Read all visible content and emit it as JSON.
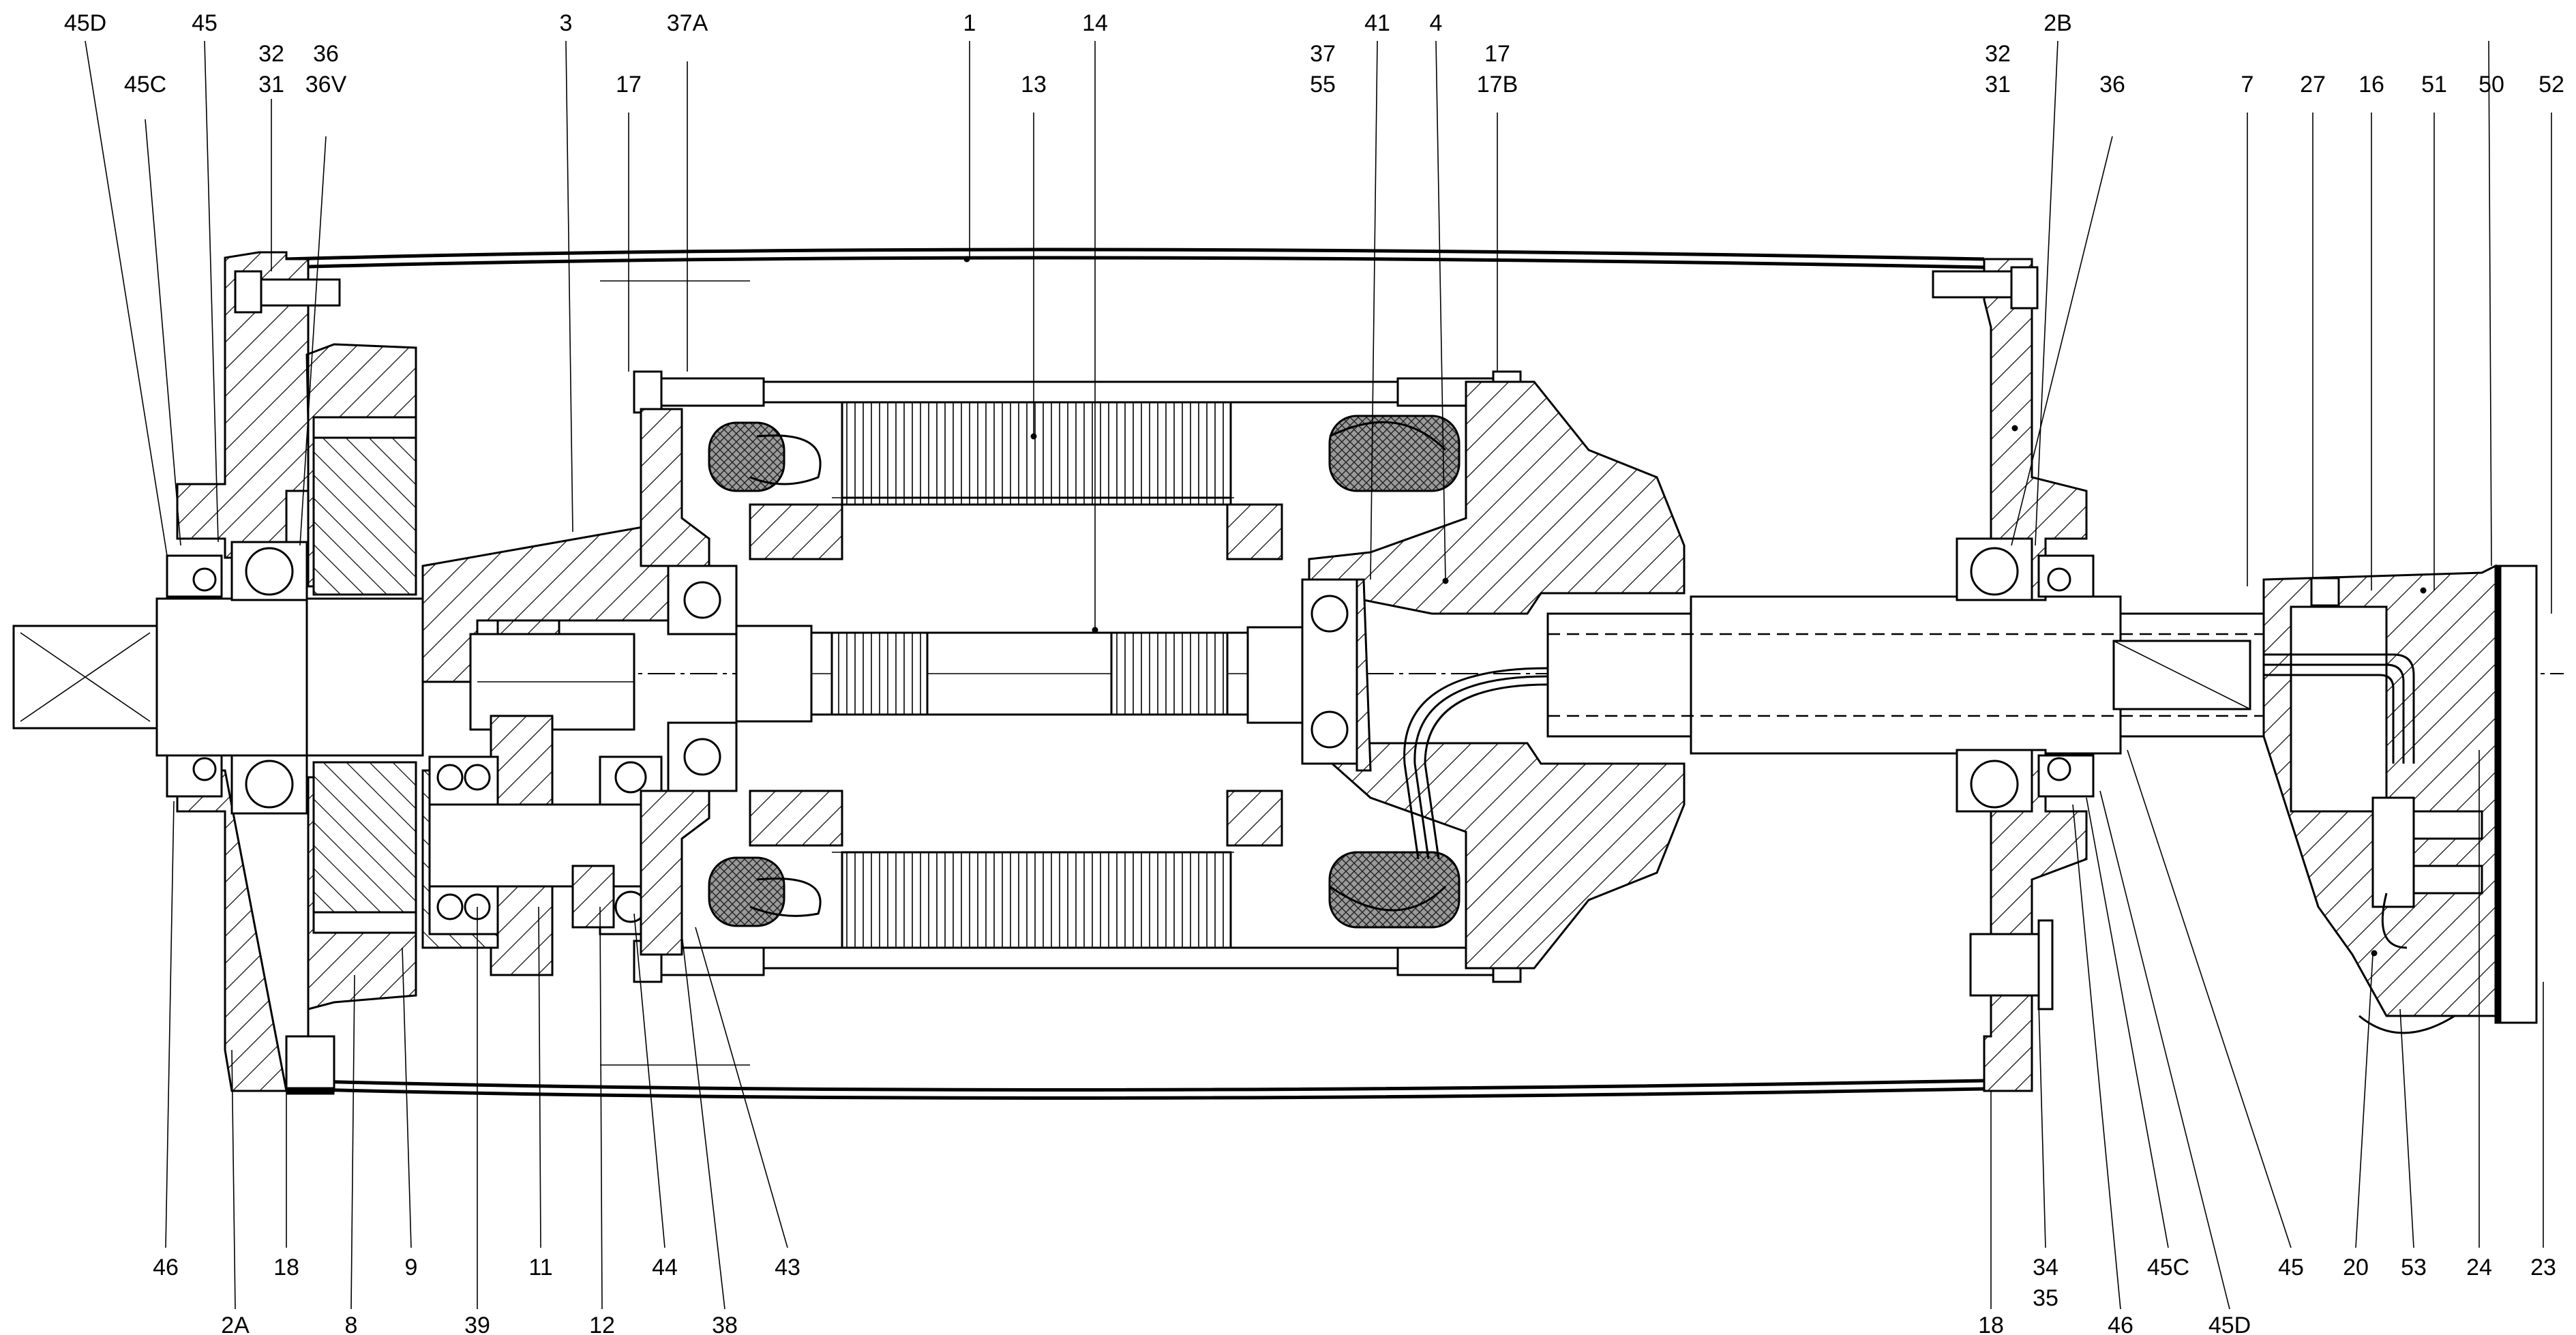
{
  "title": "",
  "labels_top": {
    "45D": "45D",
    "45C": "45C",
    "45": "45",
    "32_31_left": "32\n31",
    "36_36V": "36\n36V",
    "3": "3",
    "17_left": "17",
    "37A": "37A",
    "1": "1",
    "13": "13",
    "14": "14",
    "37_55": "37\n55",
    "41": "41",
    "4": "4",
    "17_17B": "17\n17B",
    "2B": "2B",
    "32_31_right": "32\n31",
    "36": "36",
    "7": "7",
    "27": "27",
    "16": "16",
    "51": "51",
    "50": "50",
    "52": "52"
  },
  "labels_bottom": {
    "46_left": "46",
    "18_left": "18",
    "9": "9",
    "11": "11",
    "44": "44",
    "43": "43",
    "2A": "2A",
    "8": "8",
    "39": "39",
    "12": "12",
    "38": "38",
    "34_35": "34\n35",
    "45C_r": "45C",
    "45_r": "45",
    "20": "20",
    "53": "53",
    "24": "24",
    "23": "23",
    "18_right": "18",
    "46_right": "46",
    "45D_r": "45D"
  }
}
